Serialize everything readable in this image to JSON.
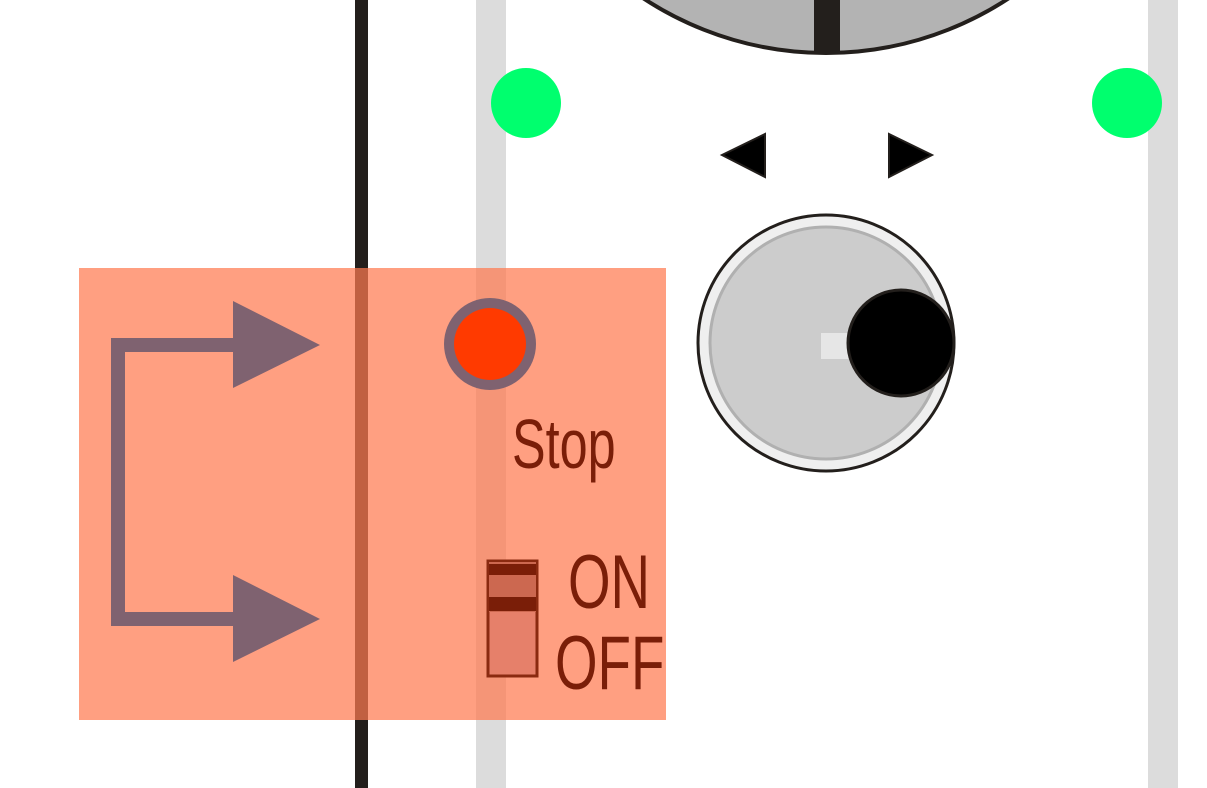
{
  "module": {
    "stop_label": "Stop",
    "switch_on_label": "ON",
    "switch_off_label": "OFF",
    "switch_state": "ON",
    "big_knob": {
      "icon": "knob-icon"
    },
    "small_knob": {
      "icon": "knob-icon"
    },
    "prev_icon": "triangle-left-icon",
    "next_icon": "triangle-right-icon",
    "highlight_icon": "routing-arrows-icon"
  },
  "colors": {
    "led_green": "#00ff6e",
    "led_red": "#ff3a00",
    "highlight": "#ff7a50",
    "label": "#7a1e08"
  }
}
